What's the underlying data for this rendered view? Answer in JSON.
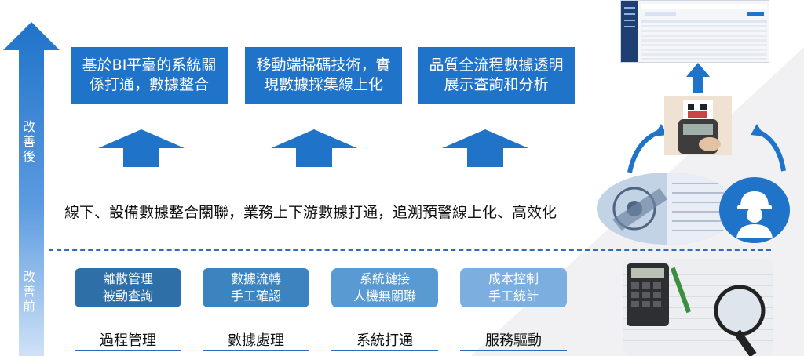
{
  "side_labels": {
    "after": "改\n善\n後",
    "before": "改\n善\n前"
  },
  "improvements": [
    {
      "text": "基於BI平臺的系統關係打通，數據整合"
    },
    {
      "text": "移動端掃碼技術，實現數據採集線上化"
    },
    {
      "text": "品質全流程數據透明展示查詢和分析"
    }
  ],
  "summary": "線下、設備數據整合關聯，業務上下游數據打通，追溯預警線上化、高效化",
  "problems": [
    {
      "line1": "離散管理",
      "line2": "被動查詢",
      "category": "過程管理"
    },
    {
      "line1": "數據流轉",
      "line2": "手工確認",
      "category": "數據處理"
    },
    {
      "line1": "系統鏈接",
      "line2": "人機無關聯",
      "category": "系統打通"
    },
    {
      "line1": "成本控制",
      "line2": "手工統計",
      "category": "服務驅動"
    }
  ],
  "colors": {
    "primary": "#1f73c9",
    "arrow_top": "#1f73c9",
    "arrow_bottom": "#cfe2f7"
  },
  "icons": [
    "dashboard-screenshot",
    "barcode-scanner-photo",
    "engineering-drawing-photo",
    "worker-icon",
    "calculator-magnifier-photo"
  ]
}
